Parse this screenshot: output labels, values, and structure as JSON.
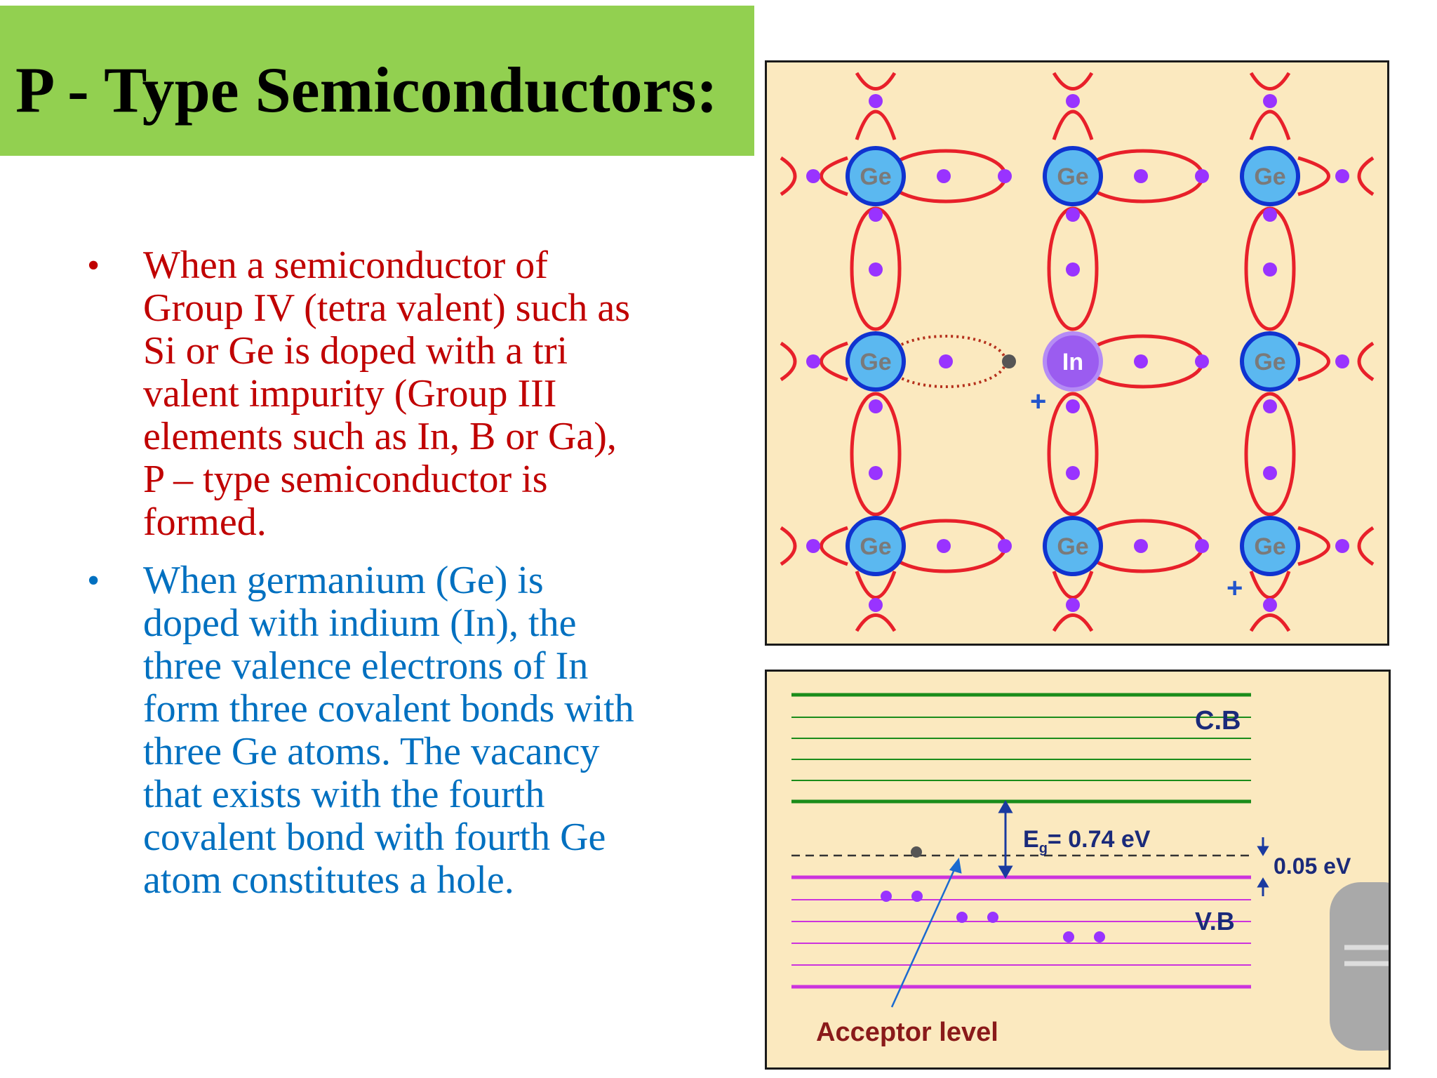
{
  "slide": {
    "title": "P - Type Semiconductors:",
    "colors": {
      "title_band": "#92d050",
      "bullet1": "#c00000",
      "bullet2": "#0070c0"
    },
    "bullets": [
      {
        "marker": "•",
        "text": "When a semiconductor of\nGroup IV (tetra valent) such as\nSi or Ge is doped with a tri\nvalent impurity (Group III\nelements such as In, B or Ga),\nP – type semiconductor is\nformed."
      },
      {
        "marker": "•",
        "text": "When germanium (Ge) is\ndoped with indium (In), the\nthree valence electrons of In\nform three covalent bonds with\nthree Ge atoms. The vacancy\nthat exists with the fourth\ncovalent bond with fourth Ge\natom constitutes a hole."
      }
    ]
  },
  "lattice": {
    "atoms": [
      [
        "Ge",
        "Ge",
        "Ge"
      ],
      [
        "Ge",
        "In",
        "Ge"
      ],
      [
        "Ge",
        "Ge",
        "Ge"
      ]
    ],
    "hole_symbol": "+",
    "colors": {
      "ge_atom": "#5bb8f0",
      "in_atom": "#9b5cf0",
      "bond": "#e8202a",
      "electron": "#9933ff",
      "hole": "#2255cc"
    }
  },
  "band_diagram": {
    "cb_label": "C.B",
    "vb_label": "V.B",
    "gap_label": "E",
    "gap_sub": "g",
    "gap_value": "= 0.74 eV",
    "offset_label": "0.05 eV",
    "acceptor_label": "Acceptor level",
    "colors": {
      "cb_line": "#1a8c1a",
      "vb_line": "#cc33dd",
      "arrow": "#1a3aa0"
    }
  }
}
